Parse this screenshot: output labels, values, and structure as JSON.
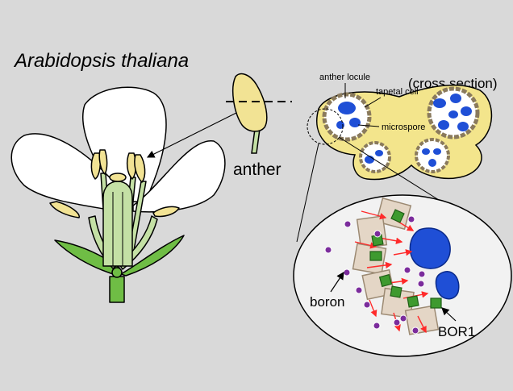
{
  "title": "Arabidopsis thaliana",
  "labels": {
    "anther": "anther",
    "cross_section": "(cross section)",
    "anther_locule": "anther locule",
    "tapetal_cell": "tapetal cell",
    "microspore": "microspore",
    "boron": "boron",
    "bor1": "BOR1"
  },
  "colors": {
    "background": "#d9d9d9",
    "petal": "#ffffff",
    "stem": "#6fbd45",
    "anther": "#f2e394",
    "cross_section": "#f3e58c",
    "microspore": "#1f4fd6",
    "boron": "#7b2c9c",
    "bor1": "#3e9a2f",
    "flux_arrow": "#ff2a2a"
  }
}
